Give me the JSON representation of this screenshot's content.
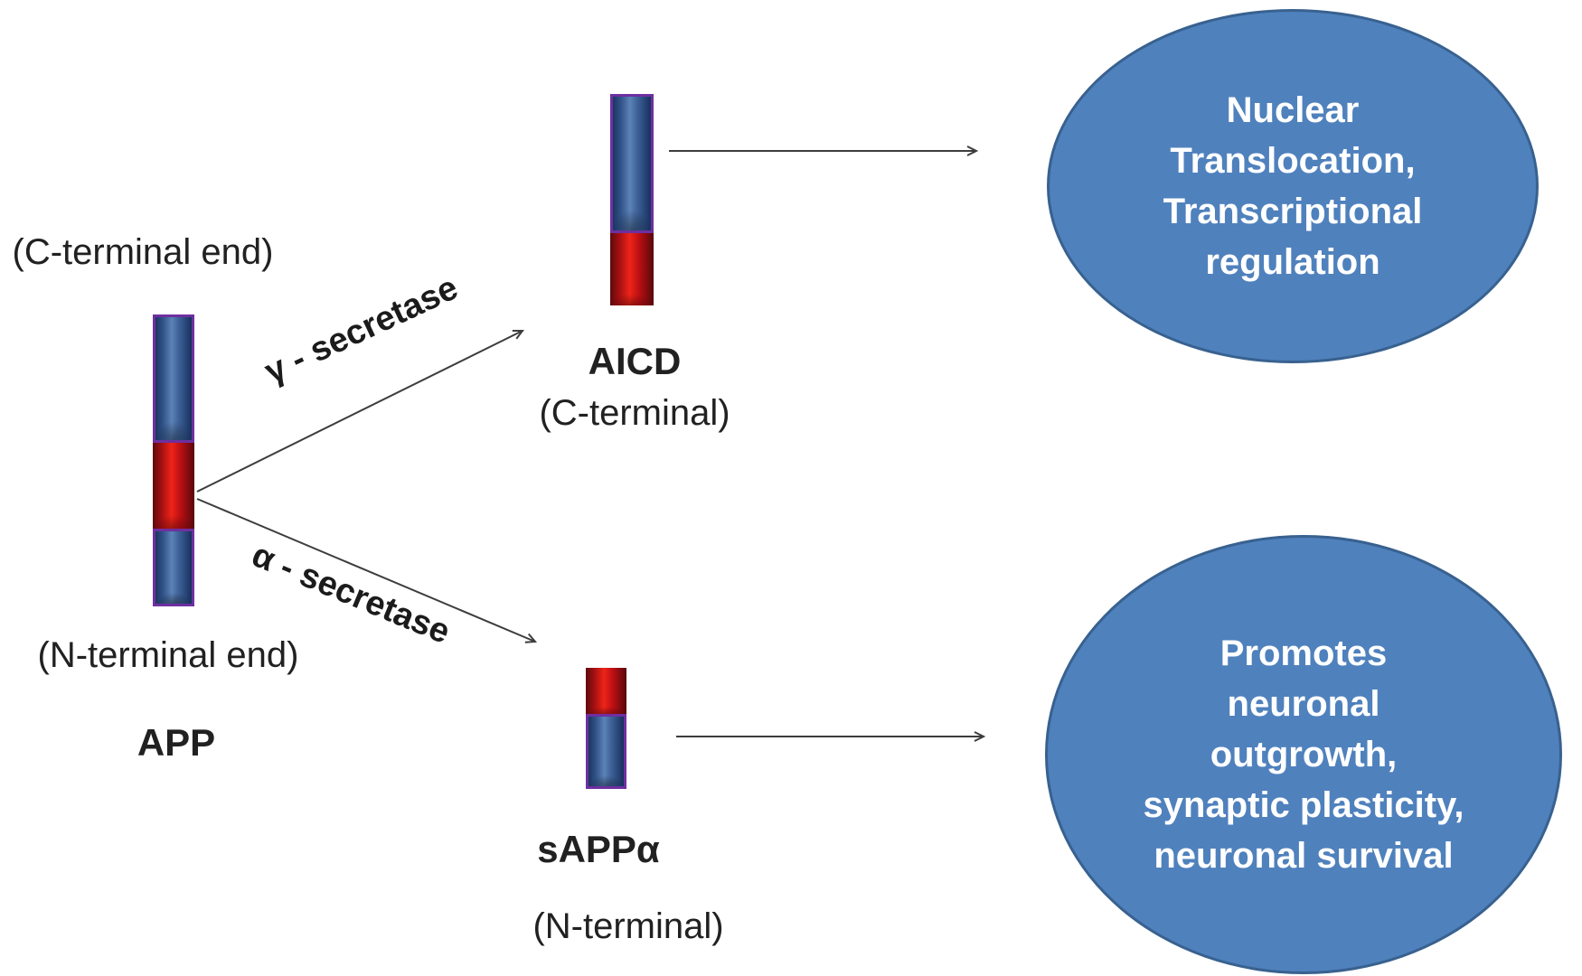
{
  "colors": {
    "background": "#ffffff",
    "ellipse_fill": "#4f81bd",
    "ellipse_border": "#38618f",
    "bar_blue": "#3a62a0",
    "bar_red": "#c00000",
    "bar_purple_border": "#6e2fa0",
    "arrow": "#3d3d3d",
    "text": "#212121"
  },
  "app": {
    "c_terminal_label": "(C-terminal end)",
    "n_terminal_label": "(N-terminal end)",
    "name": "APP"
  },
  "gamma_pathway": {
    "enzyme_label": "γ - secretase",
    "product_name": "AICD",
    "product_terminal_label": "(C-terminal)",
    "outcome_text": "Nuclear\nTranslocation,\nTranscriptional\nregulation"
  },
  "alpha_pathway": {
    "enzyme_label": "α - secretase",
    "product_name": "sAPPα",
    "product_terminal_label": "(N-terminal)",
    "outcome_text": "Promotes\nneuronal\noutgrowth,\nsynaptic plasticity,\nneuronal survival"
  }
}
